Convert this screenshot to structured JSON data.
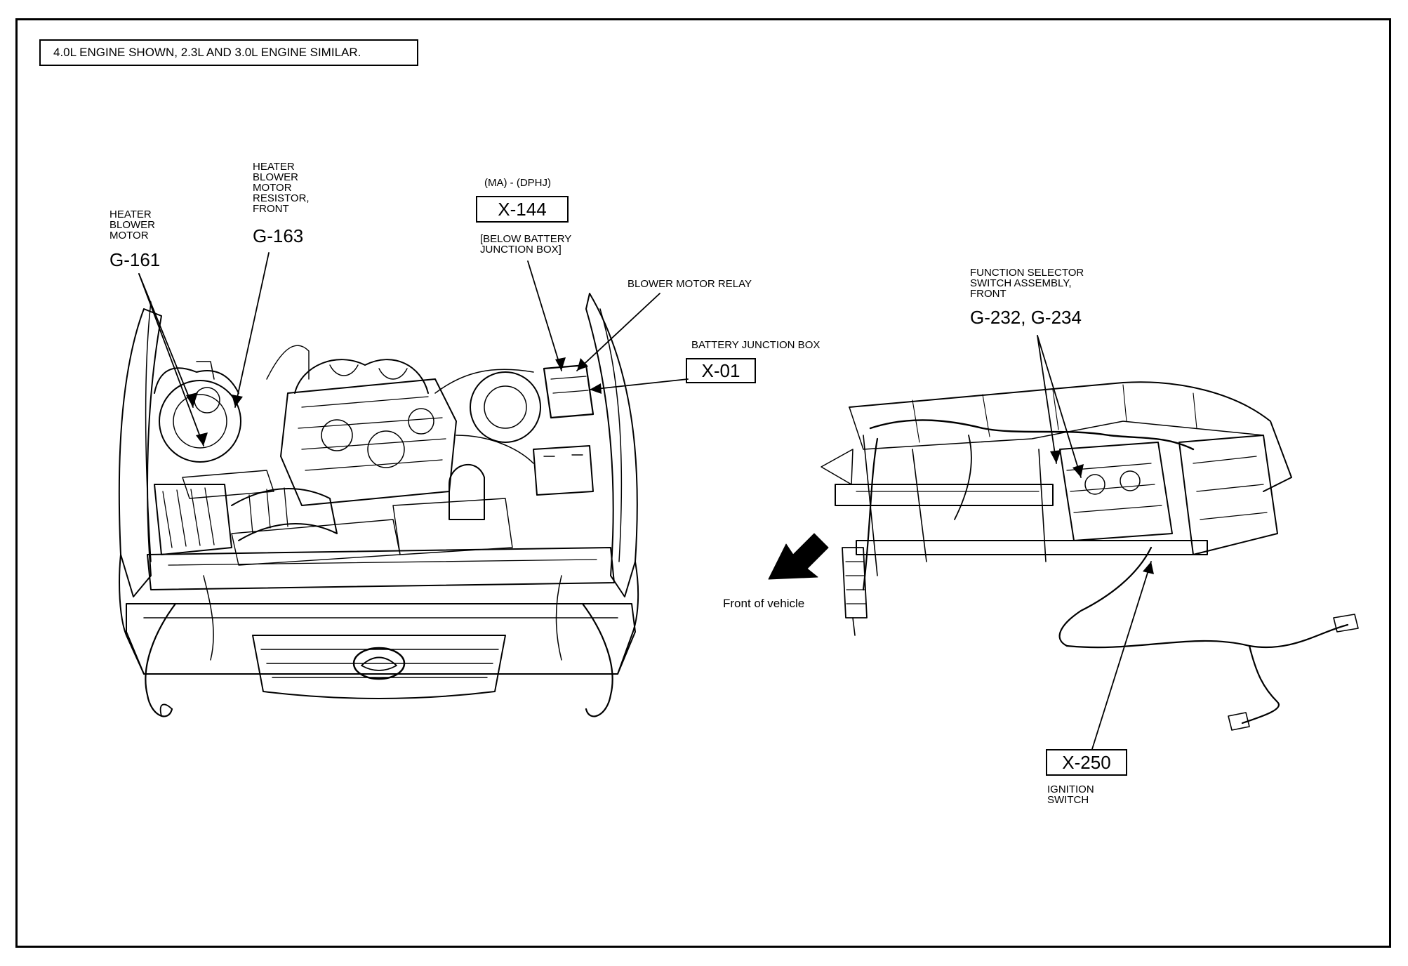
{
  "note": "4.0L ENGINE SHOWN, 2.3L AND 3.0L ENGINE SIMILAR.",
  "components": {
    "heater_blower_motor": {
      "label": "HEATER\nBLOWER\nMOTOR",
      "code": "G-161"
    },
    "heater_blower_motor_resistor": {
      "label": "HEATER\nBLOWER\nMOTOR\nRESISTOR,\nFRONT",
      "code": "G-163"
    },
    "connector_x144": {
      "prefix": "(MA) - (DPHJ)",
      "code": "X-144",
      "note": "[BELOW BATTERY\nJUNCTION BOX]"
    },
    "blower_motor_relay": {
      "label": "BLOWER MOTOR RELAY"
    },
    "battery_junction_box": {
      "label": "BATTERY JUNCTION BOX",
      "code": "X-01"
    },
    "function_selector_switch": {
      "label": "FUNCTION SELECTOR\nSWITCH ASSEMBLY,\nFRONT",
      "code": "G-232, G-234"
    },
    "ignition_switch": {
      "code": "X-250",
      "label": "IGNITION\nSWITCH"
    }
  },
  "front_of_vehicle": "Front of vehicle"
}
